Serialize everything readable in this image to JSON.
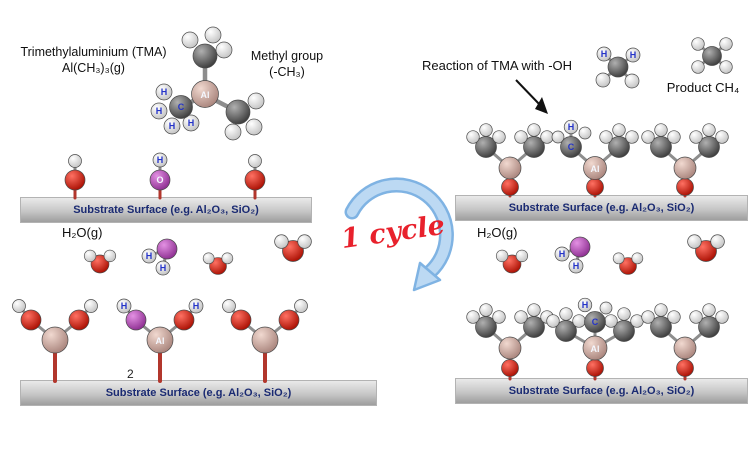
{
  "figure": {
    "tma_title": "Trimethylaluminium (TMA)",
    "tma_formula": "Al(CH₃)₃(g)",
    "methyl_title": "Methyl group",
    "methyl_formula": "(-CH₃)",
    "reaction_label": "Reaction of TMA with -OH",
    "product_label": "Product CH₄",
    "water_label": "H₂O(g)",
    "cycle_label": "1 cycle",
    "stray_mark": "2",
    "substrate_label": "Substrate Surface (e.g. Al₂O₃, SiO₂)"
  },
  "atoms": {
    "al": "Al",
    "c": "C",
    "h": "H",
    "o": "O"
  },
  "colors": {
    "carbon": "#3a3a3a",
    "hydrogen": "#e9e9e9",
    "oxygen": "#b50f00",
    "aluminium": "#c3a096",
    "highlight_atom": "#8c2d90",
    "atom_label_blue": "#2433c8",
    "cycle_red": "#e8212c",
    "cycle_arrow_blue": "#bcd9f3",
    "substrate_text": "#1a2a72"
  }
}
